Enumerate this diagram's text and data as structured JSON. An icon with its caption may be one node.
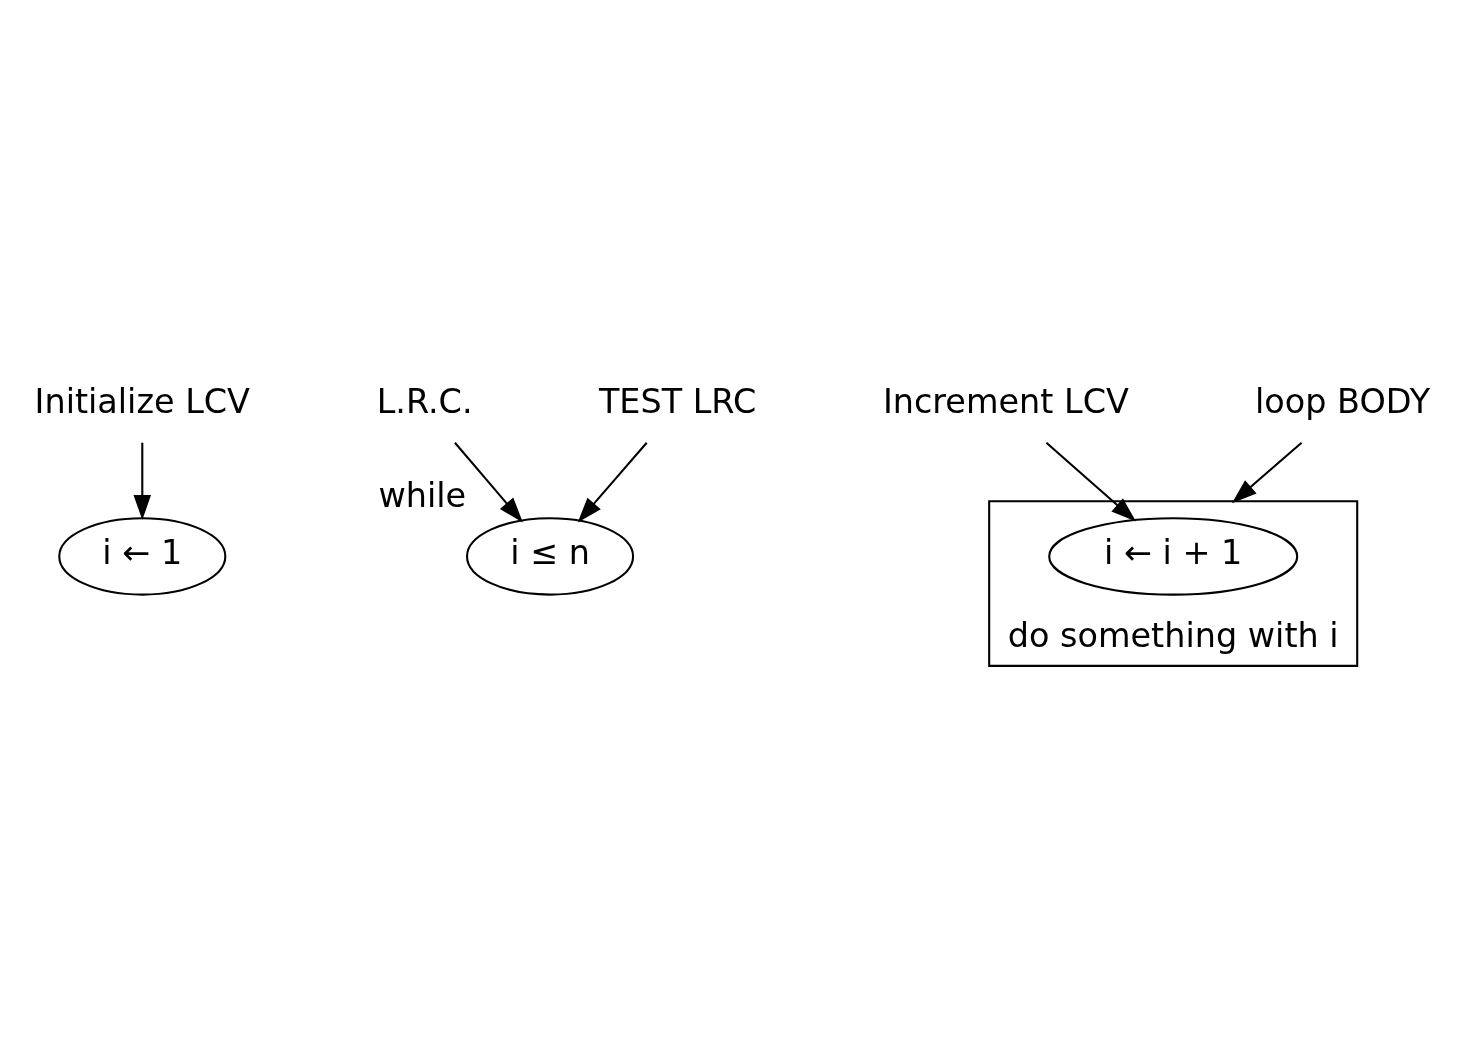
{
  "diagram": {
    "nodes": [
      {
        "text": [
          "i ← 1"
        ]
      },
      {
        "text": [
          "Initialize LCV"
        ]
      },
      {
        "text": [
          "i ≤ n"
        ],
        "beside": [
          "while"
        ]
      },
      {
        "text": [
          "L.R.C."
        ]
      },
      {
        "text": [
          "TEST LRC"
        ]
      },
      {
        "text": [
          "do something with i"
        ]
      },
      {
        "text": [
          "i ← i + 1"
        ],
        "in": 5
      },
      {
        "text": [
          "Increment LCV"
        ]
      },
      {
        "text": [
          "loop BODY"
        ]
      }
    ],
    "edges": [
      {
        "from": 1,
        "to": 0,
        "arrow": "to"
      },
      {
        "from": 3,
        "to": 2,
        "arrow": "to"
      },
      {
        "from": 4,
        "to": 2,
        "arrow": "to"
      },
      {
        "from": 7,
        "to": 6,
        "arrow": "to"
      },
      {
        "from": 8,
        "to": 5,
        "arrow": "to"
      }
    ]
  }
}
